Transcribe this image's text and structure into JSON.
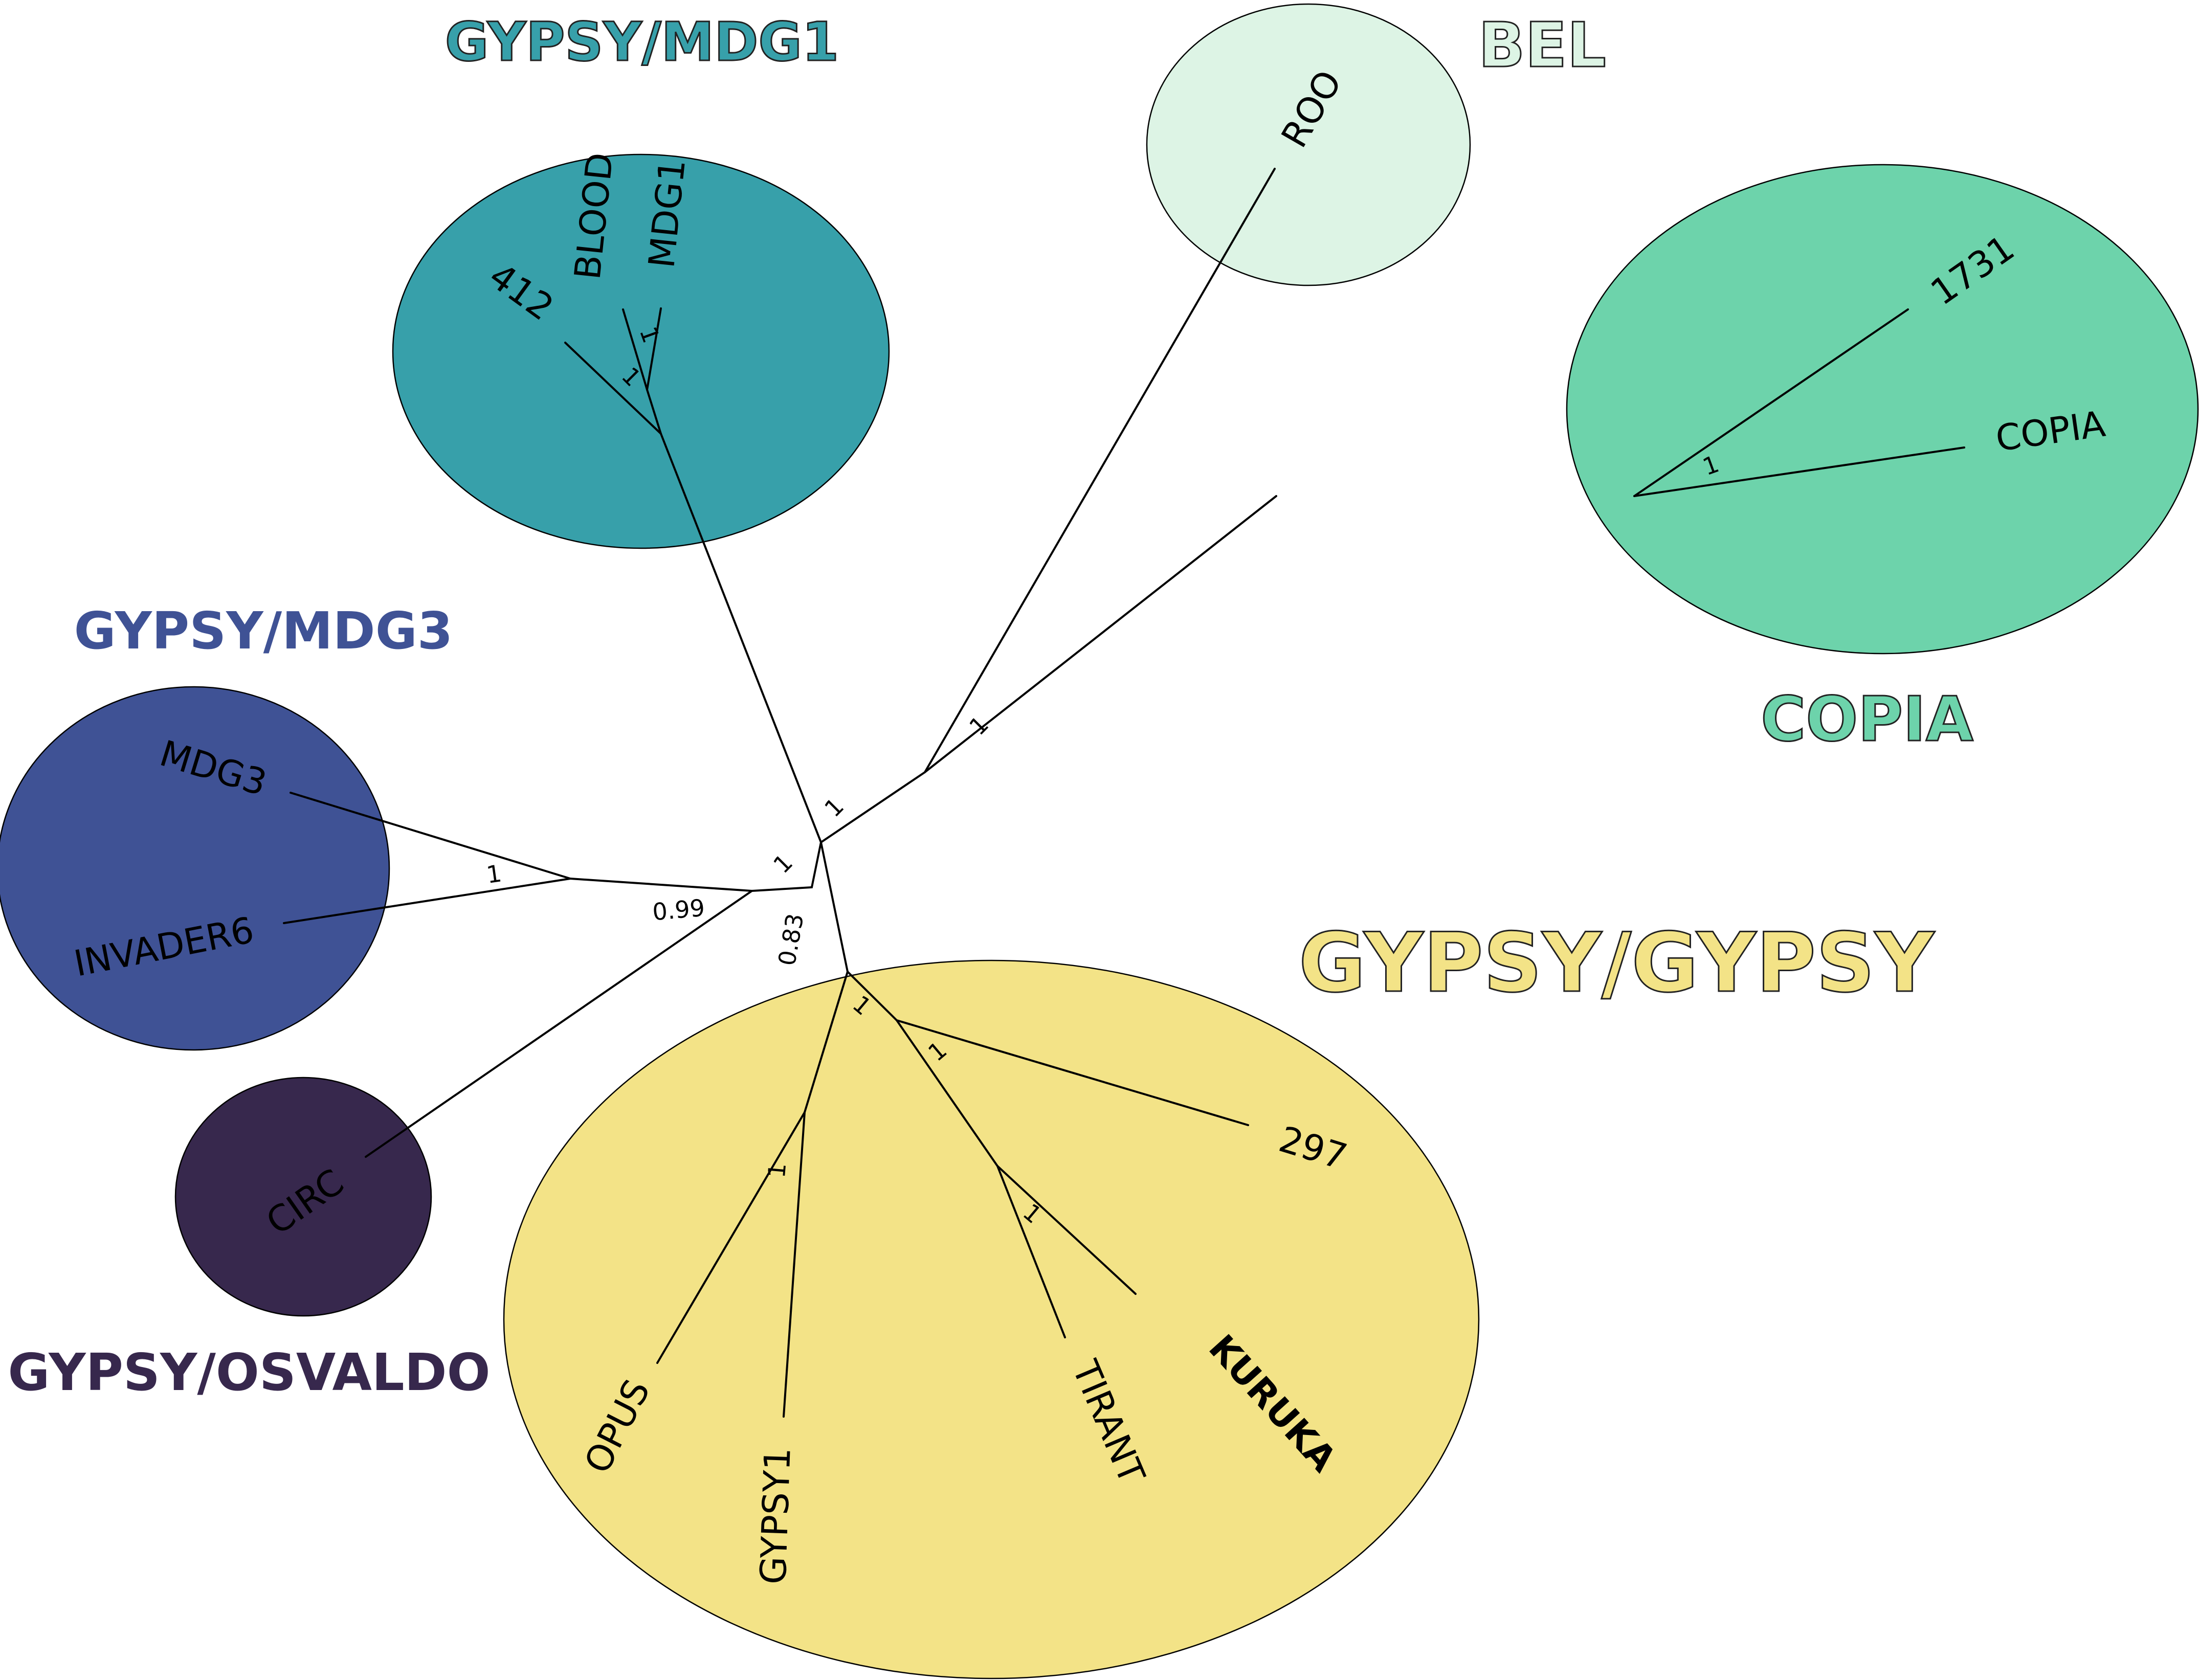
{
  "colors": {
    "gypsy_mdg1": "#37a0aa",
    "bel": "#ddf4e5",
    "copia": "#6dd3ab",
    "gypsy_mdg3": "#3f5295",
    "gypsy_osvaldo": "#37284d",
    "gypsy_gypsy": "#f3e387"
  },
  "groups": {
    "gypsy_mdg1": "GYPSY/MDG1",
    "bel": "BEL",
    "copia": "COPIA",
    "gypsy_mdg3": "GYPSY/MDG3",
    "gypsy_gypsy": "GYPSY/GYPSY",
    "gypsy_osvaldo": "GYPSY/OSVALDO"
  },
  "leaves": {
    "l412": "412",
    "blood": "BLOOD",
    "mdg1": "MDG1",
    "roo": "ROO",
    "l1731": "1731",
    "copia": "COPIA",
    "mdg3": "MDG3",
    "invader6": "INVADER6",
    "circ": "CIRC",
    "l297": "297",
    "kuruka": "KURUKA",
    "tirant": "TIRANT",
    "gypsy1": "GYPSY1",
    "opus": "OPUS"
  },
  "supports": {
    "mdg1_inner": "1",
    "mdg1_outer": "1",
    "copia": "1",
    "bel_copia": "1",
    "upper": "1",
    "root": "1",
    "mdg3": "1",
    "mdg3_circ": "0.99",
    "gypsy": "0.83",
    "gypsy_a": "1",
    "gypsy_b": "1",
    "kuruka_tirant": "1",
    "opus_gypsy1": "1"
  }
}
